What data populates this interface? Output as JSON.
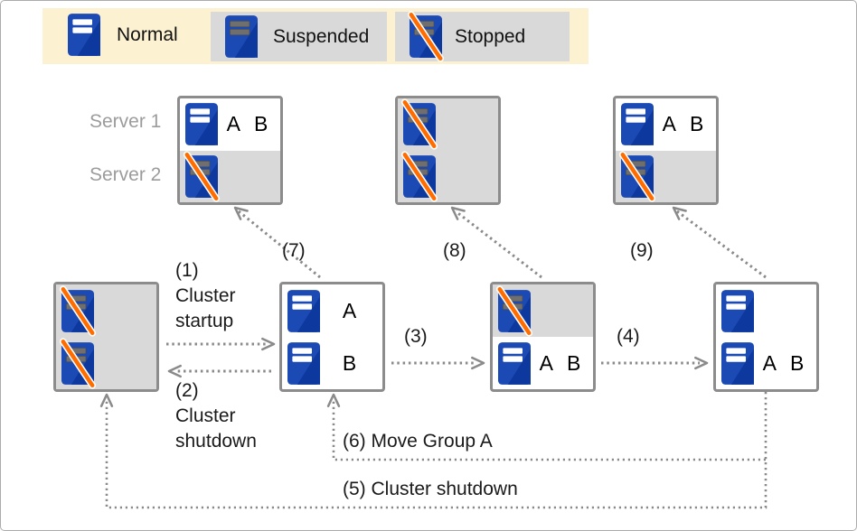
{
  "colors": {
    "icon_blue": "#1B4AB4",
    "icon_blue_dark": "#0D389E",
    "bar_normal": "#FFFFFF",
    "bar_inactive": "#6F6F6F",
    "bar_inactive_edge": "#4D4D4D",
    "stopped_slash": "#FF6D00",
    "legend_bg": "#FCF1D0",
    "inactive_bg": "#D9D9D9",
    "arrow_gray": "#8A8A8A"
  },
  "legend": {
    "items": [
      {
        "label": "Normal",
        "state": "normal",
        "icon": "server-normal-icon"
      },
      {
        "label": "Suspended",
        "state": "suspended",
        "icon": "server-suspended-icon"
      },
      {
        "label": "Stopped",
        "state": "stopped",
        "icon": "server-stopped-icon"
      }
    ]
  },
  "row_labels": {
    "server1": "Server 1",
    "server2": "Server 2"
  },
  "boxes": {
    "t1": {
      "rows": [
        {
          "state": "normal",
          "label": "A B",
          "shaded": false
        },
        {
          "state": "stopped",
          "label": "",
          "shaded": true
        }
      ]
    },
    "t2": {
      "rows": [
        {
          "state": "stopped",
          "label": "",
          "shaded": true
        },
        {
          "state": "stopped",
          "label": "",
          "shaded": true
        }
      ]
    },
    "t3": {
      "rows": [
        {
          "state": "normal",
          "label": "A B",
          "shaded": false
        },
        {
          "state": "stopped",
          "label": "",
          "shaded": true
        }
      ]
    },
    "m1": {
      "rows": [
        {
          "state": "stopped",
          "label": "",
          "shaded": true
        },
        {
          "state": "stopped",
          "label": "",
          "shaded": true
        }
      ]
    },
    "m2": {
      "rows": [
        {
          "state": "normal",
          "label": "A",
          "shaded": false
        },
        {
          "state": "normal",
          "label": "B",
          "shaded": false
        }
      ]
    },
    "m3": {
      "rows": [
        {
          "state": "stopped",
          "label": "",
          "shaded": true
        },
        {
          "state": "normal",
          "label": "A B",
          "shaded": false
        }
      ]
    },
    "m4": {
      "rows": [
        {
          "state": "normal",
          "label": "",
          "shaded": false
        },
        {
          "state": "normal",
          "label": "A B",
          "shaded": false
        }
      ]
    }
  },
  "arrows": {
    "a1": {
      "label": "(1)\nCluster\nstartup"
    },
    "a2": {
      "label": "(2)\nCluster\nshutdown"
    },
    "a3": {
      "label": "(3)"
    },
    "a4": {
      "label": "(4)"
    },
    "a5": {
      "label": "(5) Cluster shutdown"
    },
    "a6": {
      "label": "(6) Move Group A"
    },
    "a7": {
      "label": "(7)"
    },
    "a8": {
      "label": "(8)"
    },
    "a9": {
      "label": "(9)"
    }
  }
}
